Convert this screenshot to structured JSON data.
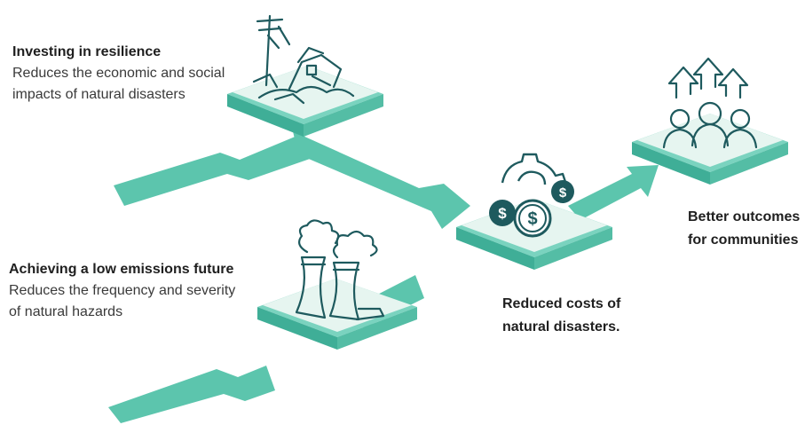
{
  "resilience": {
    "heading": "Investing in resilience",
    "body": "Reduces the economic and social impacts of natural disasters"
  },
  "emissions": {
    "heading": "Achieving a low emissions future",
    "body": "Reduces the frequency and severity of natural hazards"
  },
  "costs": {
    "label": "Reduced costs of natural disasters."
  },
  "outcomes": {
    "label": "Better outcomes for communities"
  },
  "icons": {
    "resilience": "damaged-house-and-power-pole-icon",
    "emissions": "cooling-towers-smoke-icon",
    "costs": "gear-with-dollar-coins-icon",
    "outcomes": "people-with-up-arrows-icon"
  },
  "colors": {
    "teal": "#5cc5ad",
    "teal_dark": "#3fae97",
    "teal_light": "#d8efe8",
    "tile_top": "#e6f5f0",
    "icon_stroke": "#1e5a5e"
  }
}
